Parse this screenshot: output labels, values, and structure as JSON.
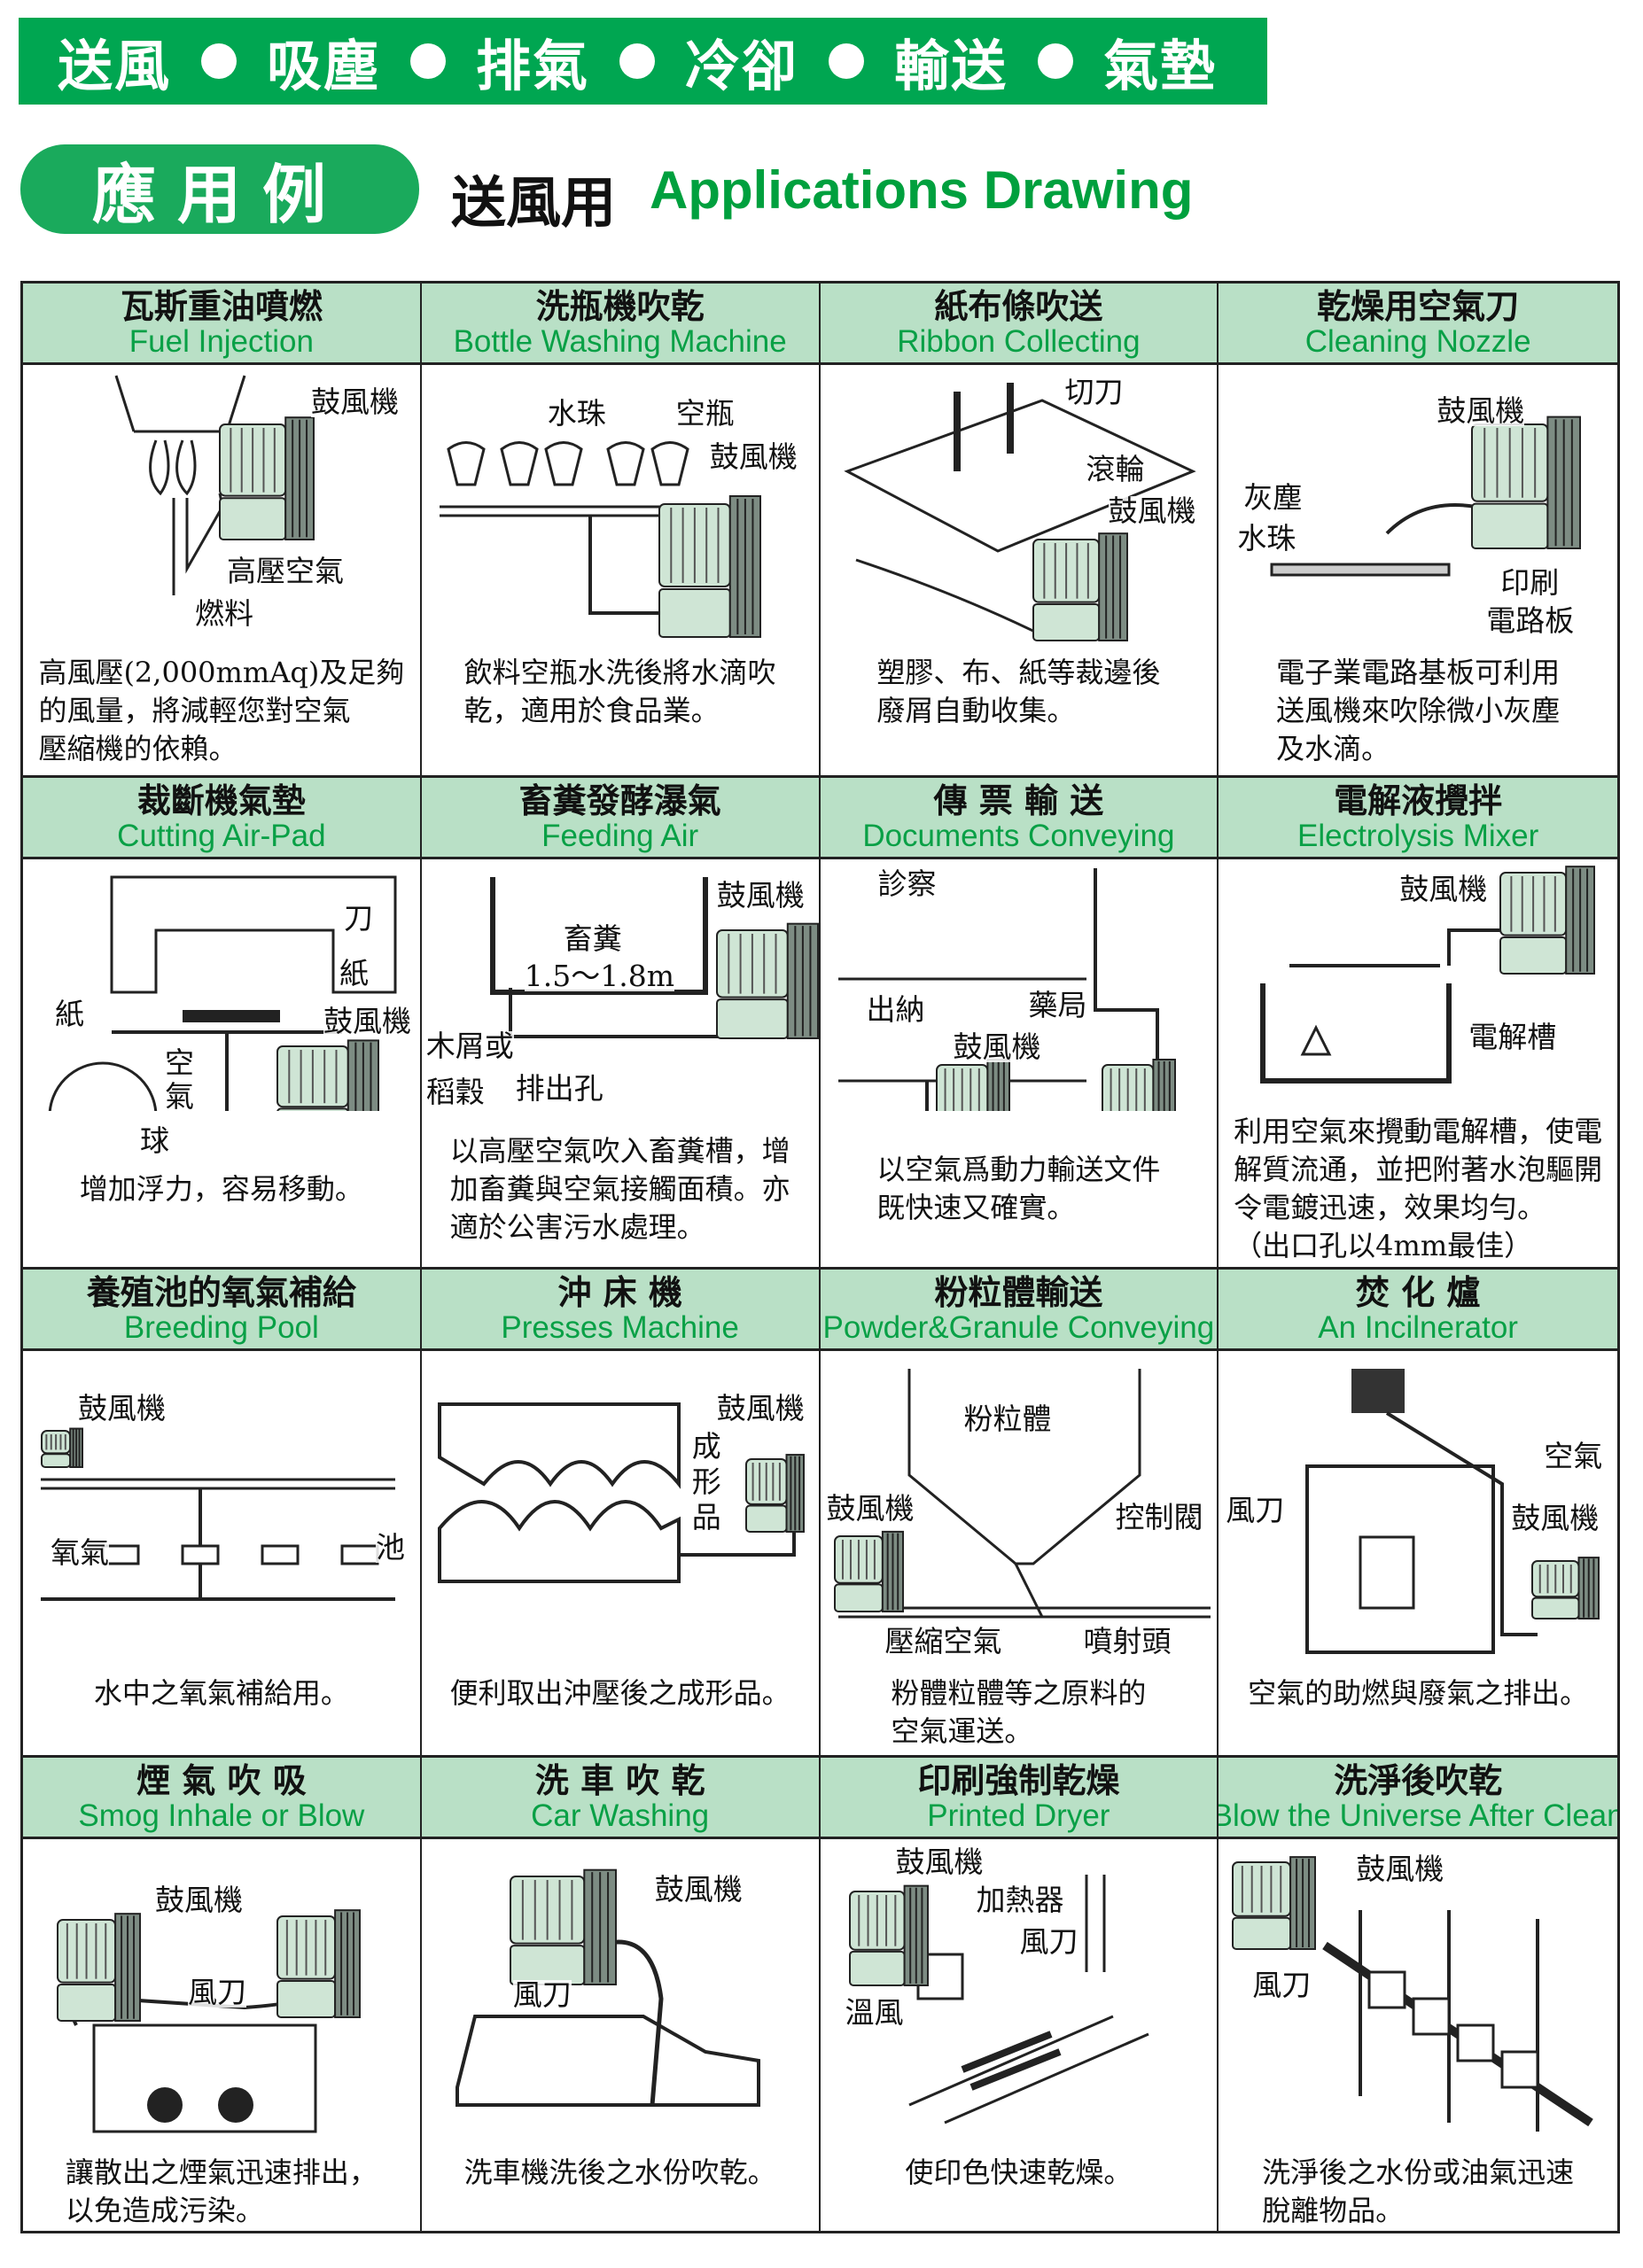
{
  "banner": {
    "items": [
      "送風",
      "吸塵",
      "排氣",
      "冷卻",
      "輸送",
      "氣墊"
    ]
  },
  "section": {
    "badge": "應用例",
    "title_zh": "送風用",
    "title_en": "Applications Drawing"
  },
  "colors": {
    "brand_green": "#00a651",
    "header_bg": "#b9e0c6",
    "english_text": "#09a046"
  },
  "cells": [
    {
      "zh": "瓦斯重油噴燃",
      "en": "Fuel Injection",
      "labels": [
        "鼓風機",
        "高壓空氣",
        "燃料"
      ],
      "desc": [
        "高風壓(2,000mmAq)及足夠",
        "的風量，將減輕您對空氣",
        "壓縮機的依賴。"
      ]
    },
    {
      "zh": "洗瓶機吹乾",
      "en": "Bottle Washing Machine",
      "labels": [
        "水珠",
        "空瓶",
        "鼓風機"
      ],
      "desc": [
        "飲料空瓶水洗後將水滴吹",
        "乾，適用於食品業。"
      ]
    },
    {
      "zh": "紙布條吹送",
      "en": "Ribbon Collecting",
      "labels": [
        "切刀",
        "滾輪",
        "鼓風機"
      ],
      "desc": [
        "塑膠、布、紙等裁邊後",
        "廢屑自動收集。"
      ]
    },
    {
      "zh": "乾燥用空氣刀",
      "en": "Cleaning Nozzle",
      "labels": [
        "鼓風機",
        "灰塵",
        "水珠",
        "印刷",
        "電路板"
      ],
      "desc": [
        "電子業電路基板可利用",
        "送風機來吹除微小灰塵",
        "及水滴。"
      ]
    },
    {
      "zh": "裁斷機氣墊",
      "en": "Cutting Air-Pad",
      "labels": [
        "刀",
        "紙",
        "紙",
        "鼓風機",
        "空",
        "氣",
        "球"
      ],
      "desc": [
        "增加浮力，容易移動。"
      ]
    },
    {
      "zh": "畜糞發酵瀑氣",
      "en": "Feeding Air",
      "labels": [
        "鼓風機",
        "畜糞",
        "1.5〜1.8m",
        "木屑或",
        "稻穀",
        "排出孔"
      ],
      "desc": [
        "以高壓空氣吹入畜糞槽，增",
        "加畜糞與空氣接觸面積。亦",
        "適於公害污水處理。"
      ]
    },
    {
      "zh": "傳 票 輸 送",
      "en": "Documents Conveying",
      "labels": [
        "診察",
        "出納",
        "藥局",
        "鼓風機"
      ],
      "desc": [
        "以空氣爲動力輸送文件",
        "既快速又確實。"
      ]
    },
    {
      "zh": "電解液攪拌",
      "en": "Electrolysis Mixer",
      "labels": [
        "鼓風機",
        "電解槽"
      ],
      "desc": [
        "利用空氣來攪動電解槽，使電",
        "解質流通，並把附著水泡驅開",
        "令電鍍迅速，效果均勻。",
        "（出口孔以4mm最佳）"
      ]
    },
    {
      "zh": "養殖池的氧氣補給",
      "en": "Breeding Pool",
      "labels": [
        "鼓風機",
        "氧氣",
        "池"
      ],
      "desc": [
        "水中之氧氣補給用。"
      ]
    },
    {
      "zh": "沖 床 機",
      "en": "Presses Machine",
      "labels": [
        "鼓風機",
        "成",
        "形",
        "品"
      ],
      "desc": [
        "便利取出沖壓後之成形品。"
      ]
    },
    {
      "zh": "粉粒體輸送",
      "en": "Powder&Granule Conveying",
      "labels": [
        "粉粒體",
        "鼓風機",
        "控制閥",
        "壓縮空氣",
        "噴射頭"
      ],
      "desc": [
        "粉體粒體等之原料的",
        "空氣運送。"
      ]
    },
    {
      "zh": "焚 化 爐",
      "en": "An Incilnerator",
      "labels": [
        "空氣",
        "鼓風機",
        "風刀"
      ],
      "desc": [
        "空氣的助燃與廢氣之排出。"
      ]
    },
    {
      "zh": "煙 氣 吹 吸",
      "en": "Smog Inhale or Blow",
      "labels": [
        "鼓風機",
        "風刀"
      ],
      "desc": [
        "讓散出之煙氣迅速排出，",
        "以免造成污染。"
      ]
    },
    {
      "zh": "洗 車 吹 乾",
      "en": "Car Washing",
      "labels": [
        "鼓風機",
        "風刀"
      ],
      "desc": [
        "洗車機洗後之水份吹乾。"
      ]
    },
    {
      "zh": "印刷強制乾燥",
      "en": "Printed Dryer",
      "labels": [
        "鼓風機",
        "加熱器",
        "風刀",
        "溫風"
      ],
      "desc": [
        "使印色快速乾燥。"
      ]
    },
    {
      "zh": "洗淨後吹乾",
      "en": "Blow the Universe After Clean",
      "labels": [
        "鼓風機",
        "風刀"
      ],
      "desc": [
        "洗淨後之水份或油氣迅速",
        "脫離物品。"
      ]
    }
  ]
}
